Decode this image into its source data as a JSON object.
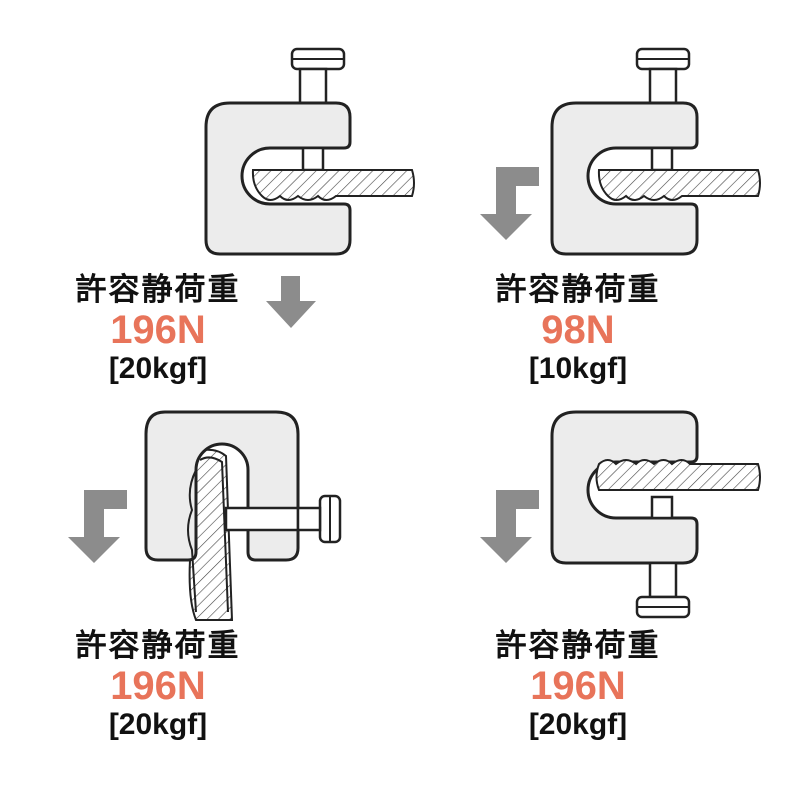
{
  "colors": {
    "value": "#E8745A",
    "arrow": "#8C8C8C",
    "clamp_fill": "#ECECEC",
    "outline": "#222222"
  },
  "panels": [
    {
      "id": "top-left",
      "caption": "許容静荷重",
      "value": "196N",
      "kgf": "[20kgf]",
      "arrow_icon": "down-arrow-icon"
    },
    {
      "id": "top-right",
      "caption": "許容静荷重",
      "value": "98N",
      "kgf": "[10kgf]",
      "arrow_icon": "down-arrow-bent-icon"
    },
    {
      "id": "bottom-left",
      "caption": "許容静荷重",
      "value": "196N",
      "kgf": "[20kgf]",
      "arrow_icon": "down-arrow-bent-icon"
    },
    {
      "id": "bottom-right",
      "caption": "許容静荷重",
      "value": "196N",
      "kgf": "[20kgf]",
      "arrow_icon": "down-arrow-bent-icon"
    }
  ]
}
